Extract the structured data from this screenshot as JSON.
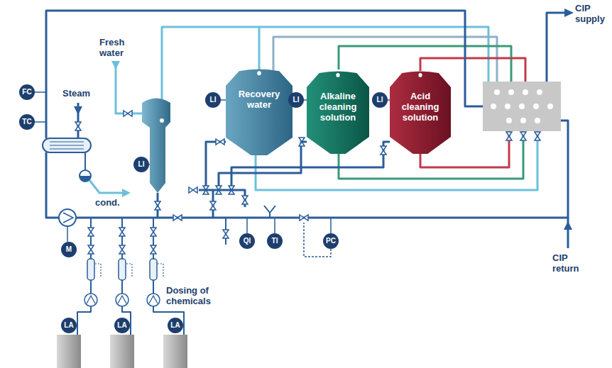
{
  "diagram": {
    "nodes": [
      {
        "text": [
          "FC"
        ]
      },
      {
        "text": [
          "TC"
        ]
      },
      {
        "text": [
          "Recovery water"
        ]
      },
      {
        "text": [
          "Alkaline cleaning solution"
        ]
      },
      {
        "text": [
          "Acid cleaning solution"
        ]
      },
      {
        "text": [
          "LI"
        ]
      },
      {
        "text": [
          "LI"
        ]
      },
      {
        "text": [
          "LI"
        ]
      },
      {
        "text": [
          "LI"
        ]
      },
      {
        "text": [
          "M"
        ]
      },
      {
        "text": [
          "QI"
        ]
      },
      {
        "text": [
          "TI"
        ]
      },
      {
        "text": [
          "PC"
        ]
      },
      {
        "text": [
          "LA"
        ]
      },
      {
        "text": [
          "LA"
        ]
      },
      {
        "text": [
          "LA"
        ]
      }
    ],
    "edges": [
      {
        "from": 6,
        "to": 2,
        "arrow": "none"
      },
      {
        "from": 7,
        "to": 3,
        "arrow": "none"
      },
      {
        "from": 8,
        "to": 4,
        "arrow": "none"
      }
    ],
    "labels": [
      "Fresh water",
      "Steam",
      "cond.",
      "CIP supply",
      "CIP return",
      "Dosing of chemicals"
    ]
  }
}
